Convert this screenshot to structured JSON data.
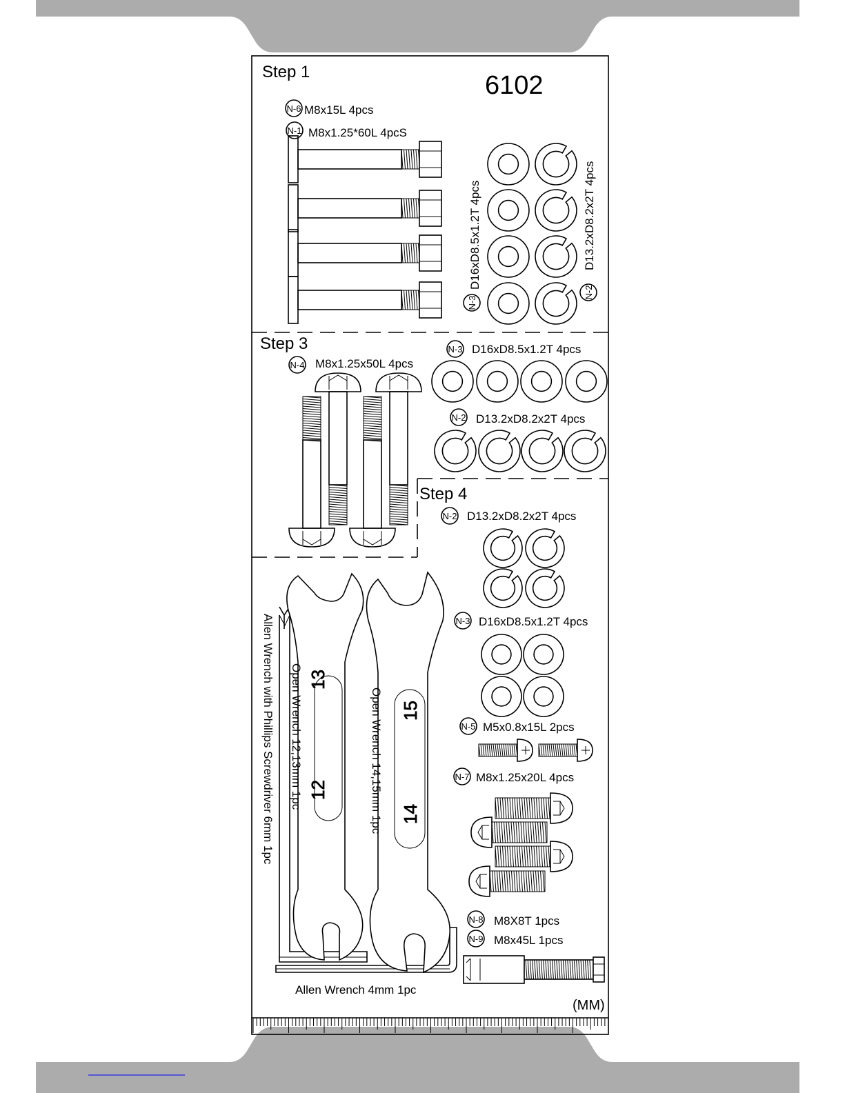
{
  "model_number": "6102",
  "unit_label": "(MM)",
  "colors": {
    "banner": "#acacac",
    "ink": "#000000",
    "paper": "#ffffff",
    "footer_link": "#0000ff"
  },
  "steps": [
    {
      "label": "Step 1"
    },
    {
      "label": "Step 3"
    },
    {
      "label": "Step 4"
    }
  ],
  "parts": {
    "s1_n6": {
      "code": "N-6",
      "spec": "M8x15L  4pcs"
    },
    "s1_n1": {
      "code": "N-1",
      "spec": "M8x1.25*60L  4pcS"
    },
    "s1_n3": {
      "code": "N-3",
      "spec": "D16xD8.5x1.2T  4pcs"
    },
    "s1_n2": {
      "code": "N-2",
      "spec": "D13.2xD8.2x2T  4pcs"
    },
    "s3_n4": {
      "code": "N-4",
      "spec": "M8x1.25x50L  4pcs"
    },
    "s3_n3": {
      "code": "N-3",
      "spec": "D16xD8.5x1.2T  4pcs"
    },
    "s3_n2": {
      "code": "N-2",
      "spec": "D13.2xD8.2x2T  4pcs"
    },
    "s4_n2": {
      "code": "N-2",
      "spec": "D13.2xD8.2x2T  4pcs"
    },
    "t_n3": {
      "code": "N-3",
      "spec": "D16xD8.5x1.2T  4pcs"
    },
    "t_n5": {
      "code": "N-5",
      "spec": "M5x0.8x15L  2pcs"
    },
    "t_n7": {
      "code": "N-7",
      "spec": "M8x1.25x20L  4pcs"
    },
    "t_n8": {
      "code": "N-8",
      "spec": "M8X8T  1pcs"
    },
    "t_n9": {
      "code": "N-9",
      "spec": "M8x45L  1pcs"
    }
  },
  "tools": {
    "allen_phillips": "Allen Wrench with Phillips Screwdriver 6mm 1pc",
    "wrench_a": "Open Wrench 12,13mm 1pc",
    "wrench_b": "Open Wrench 14,15mm 1pc",
    "allen_4mm": "Allen Wrench 4mm 1pc",
    "wrench_a_sizes": [
      "12",
      "13"
    ],
    "wrench_b_sizes": [
      "14",
      "15"
    ]
  }
}
